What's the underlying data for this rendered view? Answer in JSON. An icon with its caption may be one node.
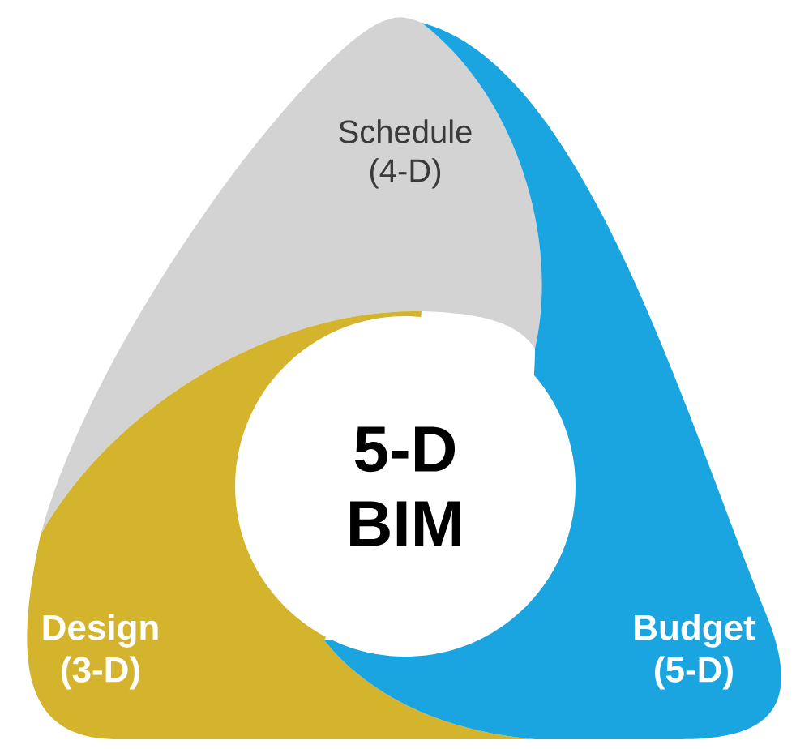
{
  "diagram": {
    "nodes": [
      {
        "text": [
          "Schedule (4-D)"
        ]
      },
      {
        "text": [
          "5-D BIM"
        ]
      },
      {
        "text": [
          "Design (3-D)"
        ]
      },
      {
        "text": [
          "Budget (5-D)"
        ]
      }
    ]
  }
}
